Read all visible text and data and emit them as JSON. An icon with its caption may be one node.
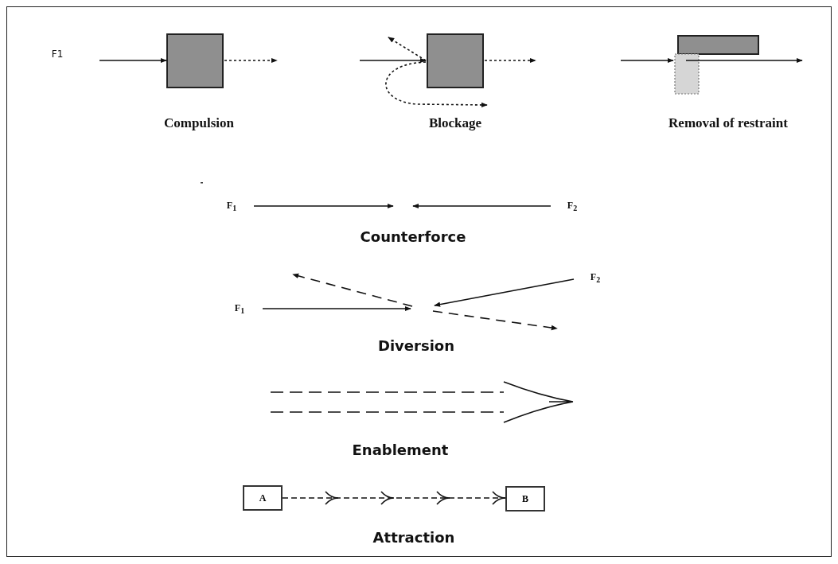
{
  "diagram": {
    "nodes": [
      {
        "text": [
          "A"
        ]
      },
      {
        "text": [
          "B"
        ]
      }
    ],
    "edges": [
      {
        "from": 0,
        "to": 1,
        "arrow": "to",
        "style": "dashed"
      }
    ],
    "labels": [
      "F1",
      "Compulsion",
      "Blockage",
      "Removal of restraint",
      "F$_{1}$",
      "F$_{2}$",
      "Counterforce",
      "F$_{1}$",
      "F$_{2}$",
      "Diversion",
      "Enablement",
      "Attraction"
    ]
  }
}
